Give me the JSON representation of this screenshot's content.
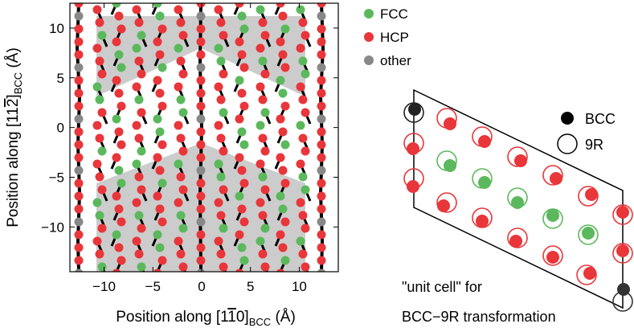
{
  "plot": {
    "x_axis_label": "Position along [1",
    "x_axis_label_bar": "1",
    "x_axis_label_tail": "0]",
    "x_axis_label_sub": "BCC",
    "x_axis_label_unit": " (Å)",
    "y_axis_label": "Position along [11",
    "y_axis_label_bar": "2",
    "y_axis_label_tail": "]",
    "y_axis_label_sub": "BCC",
    "y_axis_label_unit": " (Å)",
    "x_ticks": [
      "−10",
      "−5",
      "0",
      "5",
      "10"
    ],
    "x_tick_values": [
      -10,
      -5,
      0,
      5,
      10
    ],
    "y_ticks": [
      "10",
      "5",
      "0",
      "−5",
      "−10"
    ],
    "y_tick_values": [
      10,
      5,
      0,
      -5,
      -10
    ],
    "xlim": [
      -13.5,
      14
    ],
    "ylim": [
      -14.5,
      12.5
    ]
  },
  "legend": [
    {
      "label": "FCC",
      "color": "#5cb85c"
    },
    {
      "label": "HCP",
      "color": "#e8363a"
    },
    {
      "label": "other",
      "color": "#888888"
    }
  ],
  "unit_cell": {
    "legend": [
      {
        "label": "BCC",
        "marker": "filled"
      },
      {
        "label": "9R",
        "marker": "open"
      }
    ],
    "caption_line1": "\"unit cell\" for",
    "caption_line2": "BCC−9R transformation"
  },
  "colors": {
    "fcc": "#5cb85c",
    "hcp": "#e8363a",
    "other": "#888888",
    "band": "#cccccc"
  }
}
